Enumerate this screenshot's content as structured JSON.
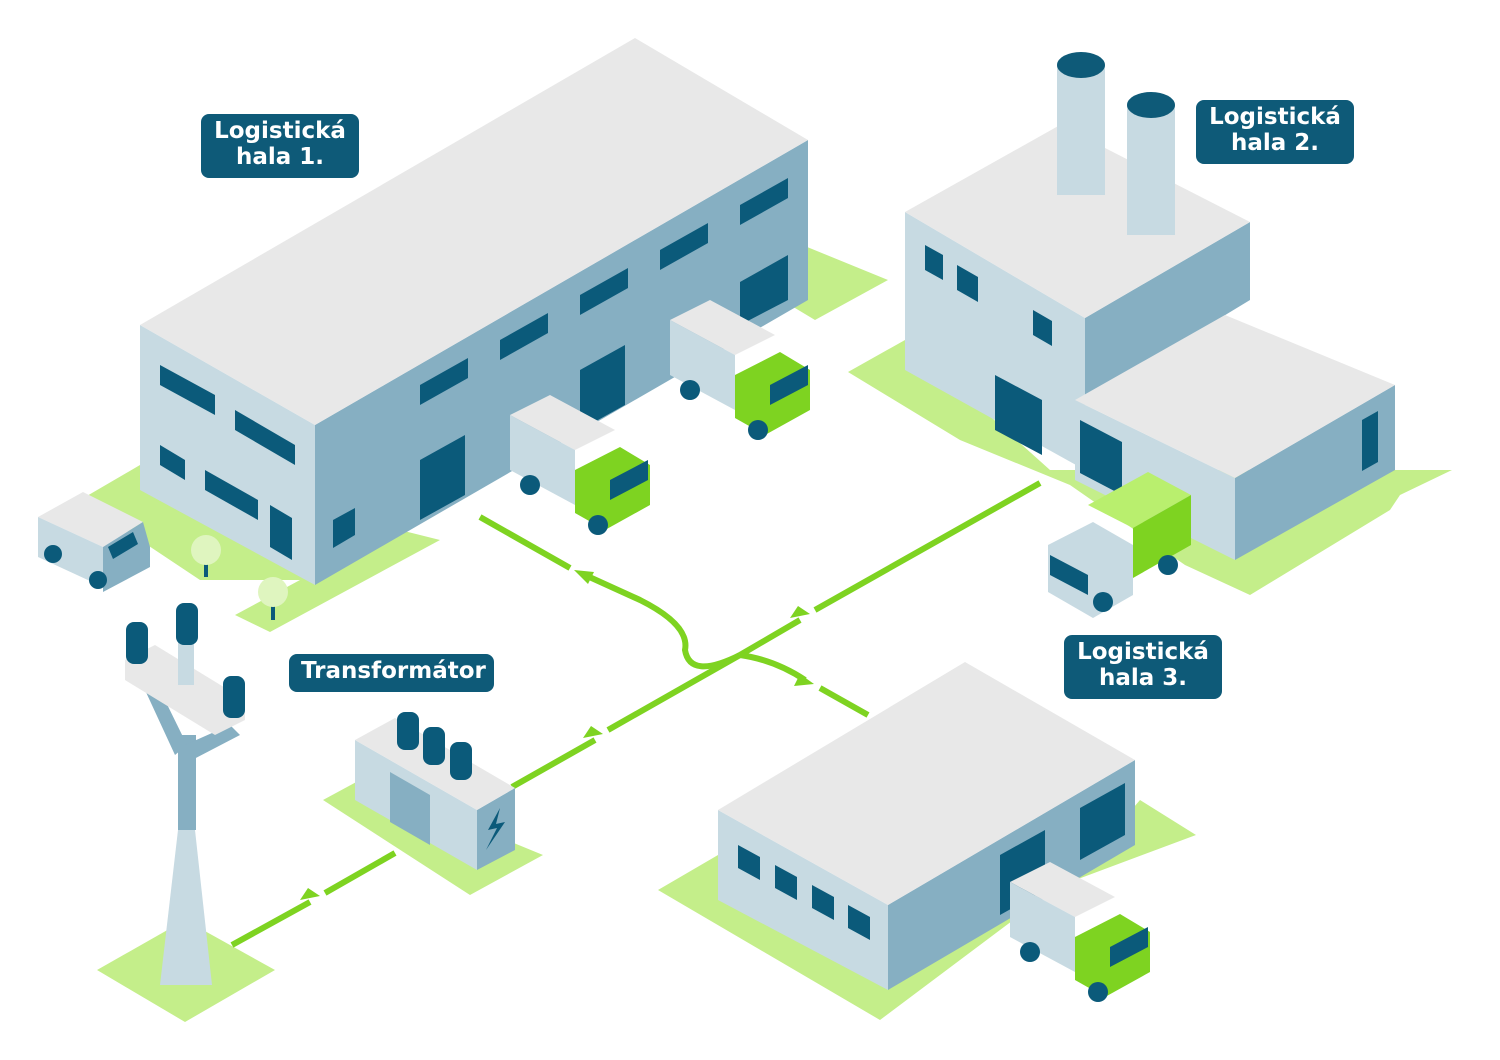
{
  "labels": {
    "hall1": {
      "line1": "Logistická",
      "line2": "hala 1."
    },
    "hall2": {
      "line1": "Logistická",
      "line2": "hala 2."
    },
    "hall3": {
      "line1": "Logistická",
      "line2": "hala 3."
    },
    "transformer": "Transformátor"
  },
  "colors": {
    "label_bg": "#0e5a78",
    "roof": "#e8e8e8",
    "wall_light": "#c7dae2",
    "wall_dark": "#86afc2",
    "window": "#0b5a7a",
    "ground": "#c4ee8a",
    "flow_arrow": "#7ed321"
  },
  "icons": [
    "power-pylon",
    "transformer",
    "lightning-bolt",
    "truck",
    "van",
    "tree",
    "chimney",
    "arrow"
  ]
}
